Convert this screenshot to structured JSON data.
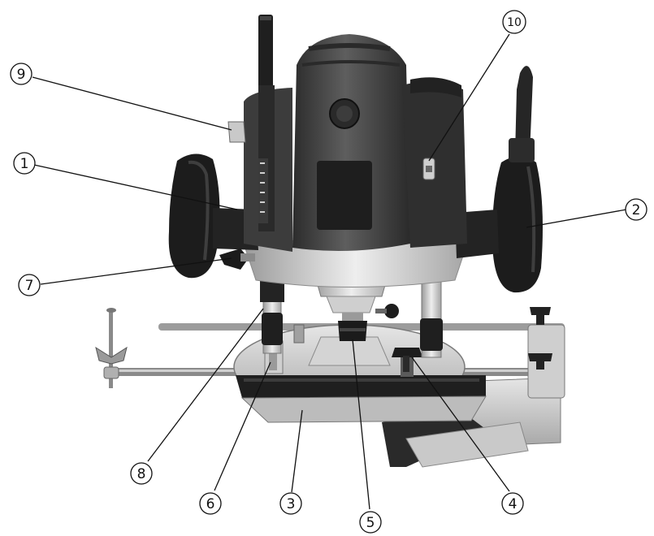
{
  "callouts": [
    {
      "id": "1",
      "label": "1"
    },
    {
      "id": "2",
      "label": "2"
    },
    {
      "id": "3",
      "label": "3"
    },
    {
      "id": "4",
      "label": "4"
    },
    {
      "id": "5",
      "label": "5"
    },
    {
      "id": "6",
      "label": "6"
    },
    {
      "id": "7",
      "label": "7"
    },
    {
      "id": "8",
      "label": "8"
    },
    {
      "id": "9",
      "label": "9"
    },
    {
      "id": "10",
      "label": "10"
    }
  ],
  "colors": {
    "body_dark": "#3a3a3a",
    "body_mid": "#5a5a5a",
    "handle_black": "#1e1e1e",
    "metal_light": "#d9d9d9",
    "metal_mid": "#b5b5b5",
    "rod": "#8f8f8f",
    "line": "#111111"
  }
}
